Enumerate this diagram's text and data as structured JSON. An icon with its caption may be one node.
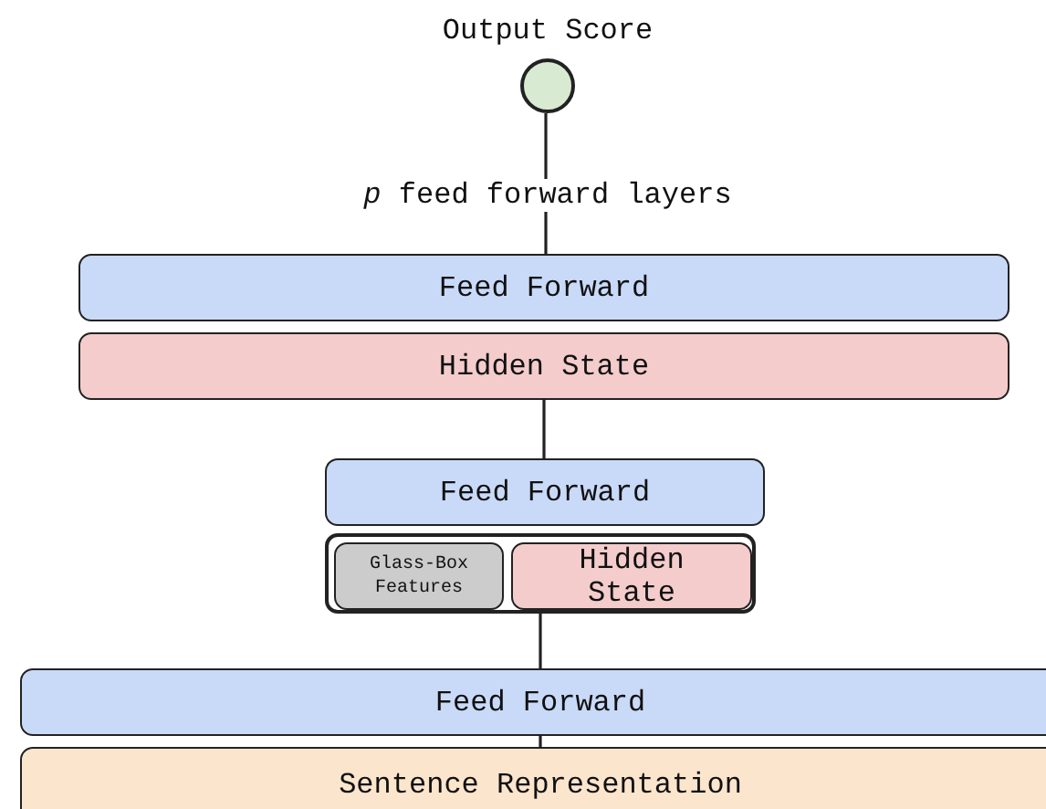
{
  "diagram": {
    "nodes": [
      {
        "text": [
          "Output Score"
        ]
      },
      {
        "text": [
          "*p* feed forward layers"
        ]
      },
      {
        "text": [
          "Feed Forward"
        ]
      },
      {
        "text": [
          "Hidden State"
        ]
      },
      {
        "text": [
          "Feed Forward"
        ]
      },
      {
        "text": [],
        "shape": "box"
      },
      {
        "text": [
          "Glass-Box Features"
        ],
        "in": 5
      },
      {
        "text": [
          "Hidden State"
        ],
        "in": 5
      },
      {
        "text": [
          "Feed Forward"
        ]
      },
      {
        "text": [
          "Sentence Representation"
        ]
      }
    ],
    "edges": [
      {
        "from": 1,
        "to": 0,
        "arrow": "none"
      },
      {
        "from": 2,
        "to": 1,
        "arrow": "none"
      },
      {
        "from": 4,
        "to": 3,
        "arrow": "none"
      },
      {
        "from": 8,
        "to": 5,
        "arrow": "none"
      },
      {
        "from": 9,
        "to": 8,
        "arrow": "none"
      }
    ]
  }
}
